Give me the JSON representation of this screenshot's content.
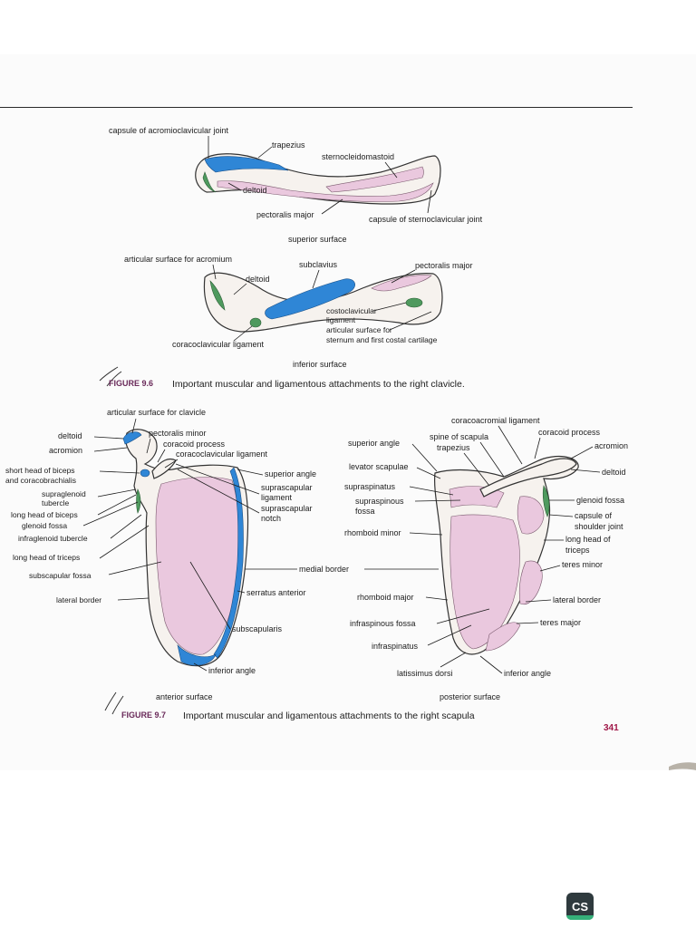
{
  "fig96": {
    "superior_labels": {
      "capsule_acromioclavicular": "capsule of acromioclavicular joint",
      "trapezius": "trapezius",
      "sternocleidomastoid": "sternocleidomastoid",
      "deltoid": "deltoid",
      "pectoralis_major": "pectoralis major",
      "capsule_sternoclavicular": "capsule of sternoclavicular joint",
      "surface": "superior surface"
    },
    "inferior_labels": {
      "articular_acromium": "articular surface for acromium",
      "subclavius": "subclavius",
      "pectoralis_major": "pectoralis major",
      "deltoid": "deltoid",
      "costoclavicular_1": "costoclavicular",
      "costoclavicular_2": "ligament",
      "articular_sternum_1": "articular surface for",
      "articular_sternum_2": "sternum and first costal cartilage",
      "coracoclavicular": "coracoclavicular ligament",
      "surface": "inferior surface"
    },
    "caption_number": "FIGURE 9.6",
    "caption_text": "Important muscular and ligamentous attachments to the right clavicle."
  },
  "fig97": {
    "anterior_labels": {
      "articular_clavicle": "articular surface for clavicle",
      "deltoid": "deltoid",
      "acromion": "acromion",
      "pectoralis_minor": "pectoralis minor",
      "coracoid_process": "coracoid process",
      "coracoclavicular": "coracoclavicular ligament",
      "short_head_1": "short head of biceps",
      "short_head_2": "and coracobrachialis",
      "supraglenoid_1": "supraglenoid",
      "supraglenoid_2": "tubercle",
      "long_head_biceps": "long head of biceps",
      "glenoid_fossa": "glenoid fossa",
      "infraglenoid": "infraglenoid tubercle",
      "long_head_triceps": "long head of triceps",
      "subscapular_fossa": "subscapular fossa",
      "lateral_border": "lateral border",
      "superior_angle": "superior angle",
      "suprascapular_lig_1": "suprascapular",
      "suprascapular_lig_2": "ligament",
      "suprascapular_notch_1": "suprascapular",
      "suprascapular_notch_2": "notch",
      "medial_border": "medial border",
      "serratus_anterior": "serratus anterior",
      "subscapularis": "subscapularis",
      "inferior_angle": "inferior angle",
      "surface": "anterior surface"
    },
    "posterior_labels": {
      "coracoacromial": "coracoacromial ligament",
      "coracoid_process": "coracoid process",
      "spine_1": "spine of scapula",
      "spine_2": "trapezius",
      "superior_angle": "superior angle",
      "acromion": "acromion",
      "levator": "levator scapulae",
      "deltoid": "deltoid",
      "supraspinatus": "supraspinatus",
      "supraspinous_1": "supraspinous",
      "supraspinous_2": "fossa",
      "glenoid_fossa": "glenoid fossa",
      "capsule_1": "capsule of",
      "capsule_2": "shoulder joint",
      "rhomboid_minor": "rhomboid minor",
      "long_head_1": "long head of",
      "long_head_2": "triceps",
      "teres_minor": "teres minor",
      "rhomboid_major": "rhomboid major",
      "lateral_border": "lateral border",
      "infraspinous_fossa": "infraspinous fossa",
      "teres_major": "teres major",
      "infraspinatus": "infraspinatus",
      "latissimus": "latissimus dorsi",
      "inferior_angle": "inferior angle",
      "surface": "posterior surface"
    },
    "caption_number": "FIGURE 9.7",
    "caption_text": "Important muscular and ligamentous attachments to the right scapula"
  },
  "page_number": "341",
  "badge": "CS",
  "colors": {
    "pink": "#eac8de",
    "blue": "#2f86d6",
    "green": "#4f9a5e",
    "page_number": "#a01848"
  }
}
